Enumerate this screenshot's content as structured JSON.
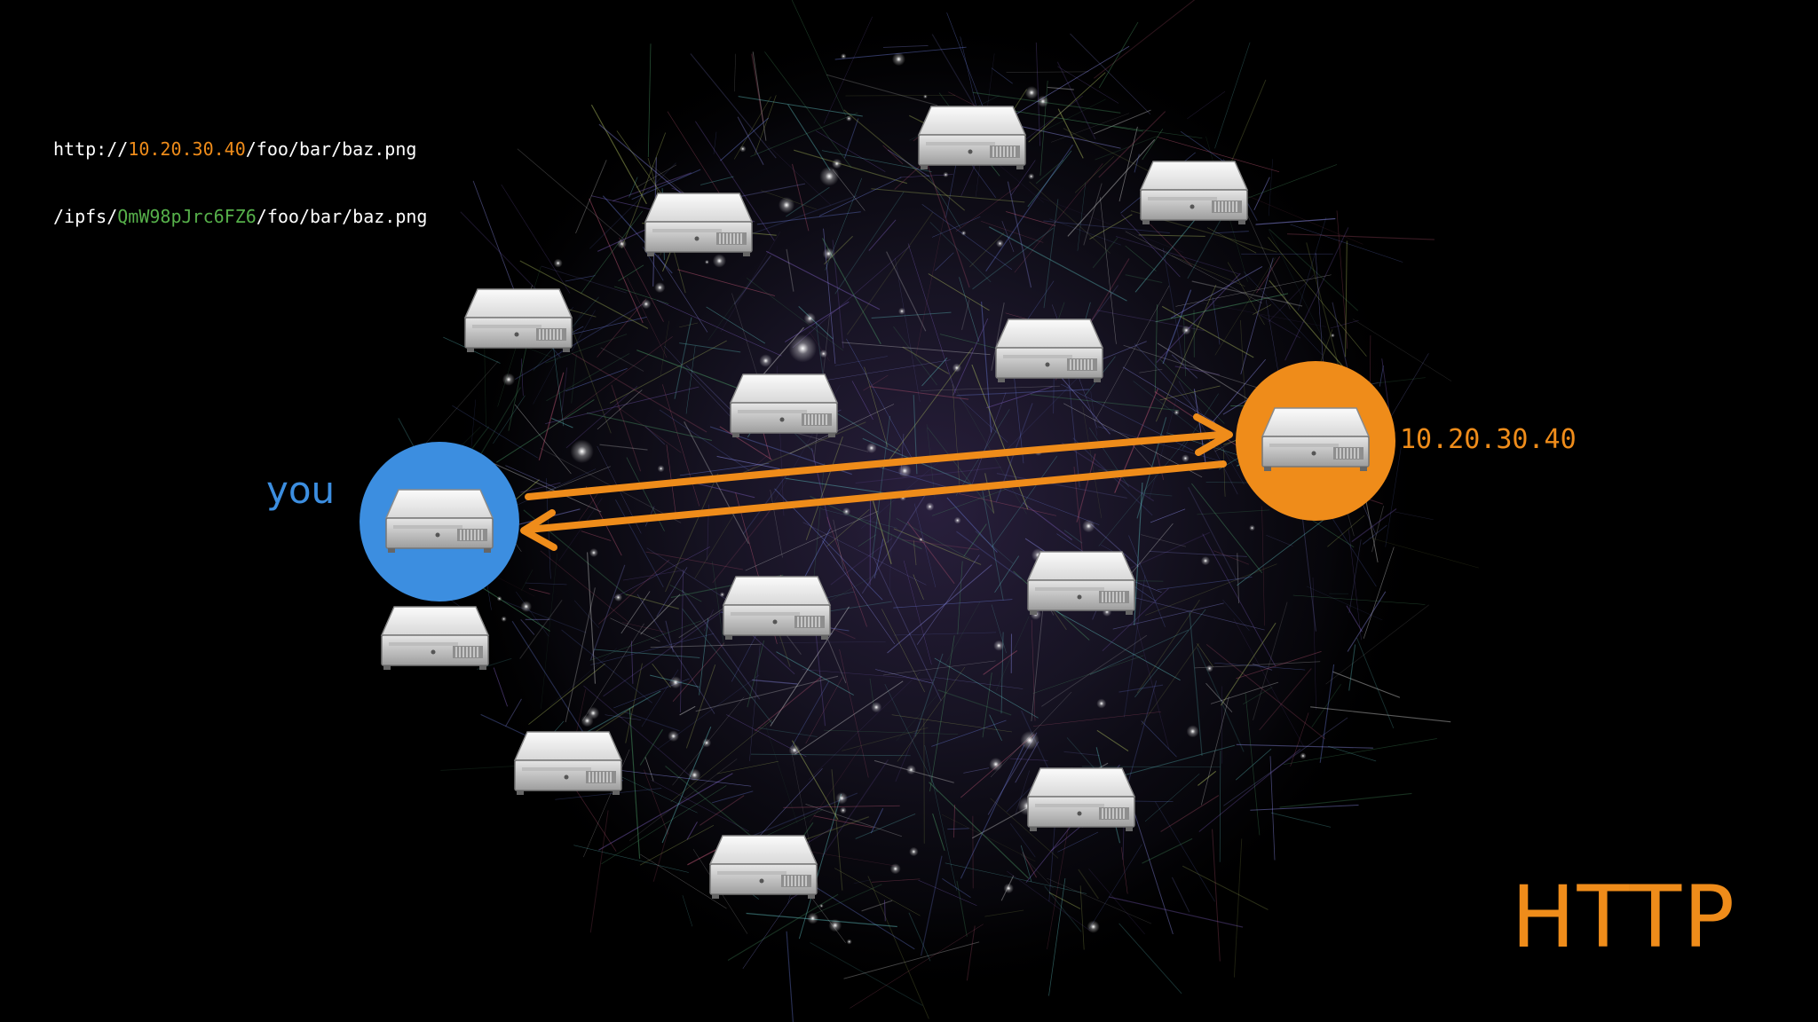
{
  "urls": {
    "http": {
      "prefix": "http://",
      "address": "10.20.30.40",
      "path": "/foo/bar/baz.png"
    },
    "ipfs": {
      "prefix": "/ipfs/",
      "hash": "QmW98pJrc6FZ6",
      "path": "/foo/bar/baz.png"
    }
  },
  "labels": {
    "you": "you",
    "server_address": "10.20.30.40",
    "protocol": "HTTP"
  },
  "colors": {
    "background": "#000000",
    "accent_orange": "#ef8c1a",
    "you_blue": "#3c8ee0",
    "hash_green": "#56b04a",
    "text_white": "#ffffff"
  },
  "icons": {
    "node": "server-icon",
    "arrow": "arrow-icon"
  }
}
